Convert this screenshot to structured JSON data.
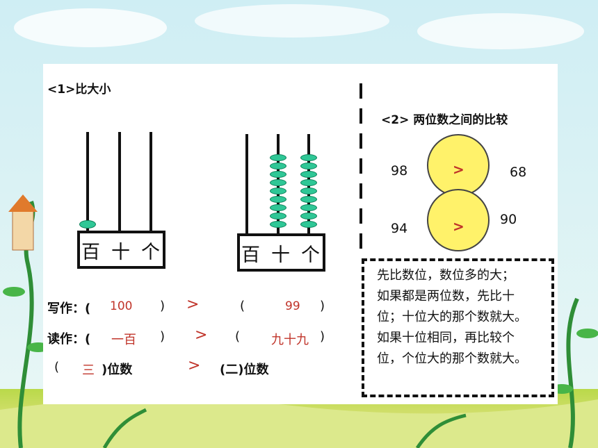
{
  "section1": {
    "title": "<1>比大小",
    "abacus1_labels": [
      "百",
      "十",
      "个"
    ],
    "abacus2_labels": [
      "百",
      "十",
      "个"
    ],
    "write_prefix": "写作：(",
    "write_left_value": "100",
    "write_close": ")",
    "write_gt": ">",
    "write_open2": "(",
    "write_right_value": "99",
    "write_close2": ")",
    "read_prefix": "读作：(",
    "read_left_value": "一百",
    "read_close": ")",
    "read_gt": ">",
    "read_open2": "(",
    "read_right_value": "九十九",
    "read_close2": ")",
    "digits_open": "(",
    "digits_left_value": "三",
    "digits_close": ")位数",
    "digits_gt": ">",
    "digits_right": "(二)位数"
  },
  "section2": {
    "title": "<2> 两位数之间的比较",
    "row1": {
      "left": "98",
      "sign": ">",
      "right": "68"
    },
    "row2": {
      "left": "94",
      "sign": ">",
      "right": "90"
    },
    "rule_lines": [
      "先比数位，数位多的大；",
      "如果都是两位数，先比十",
      "位；十位大的那个数就大。",
      "如果十位相同，再比较个",
      "位，个位大的那个数就大。"
    ]
  },
  "colors": {
    "bead": "#2fc796",
    "circle": "#fff26a",
    "answer": "#c0342a"
  }
}
